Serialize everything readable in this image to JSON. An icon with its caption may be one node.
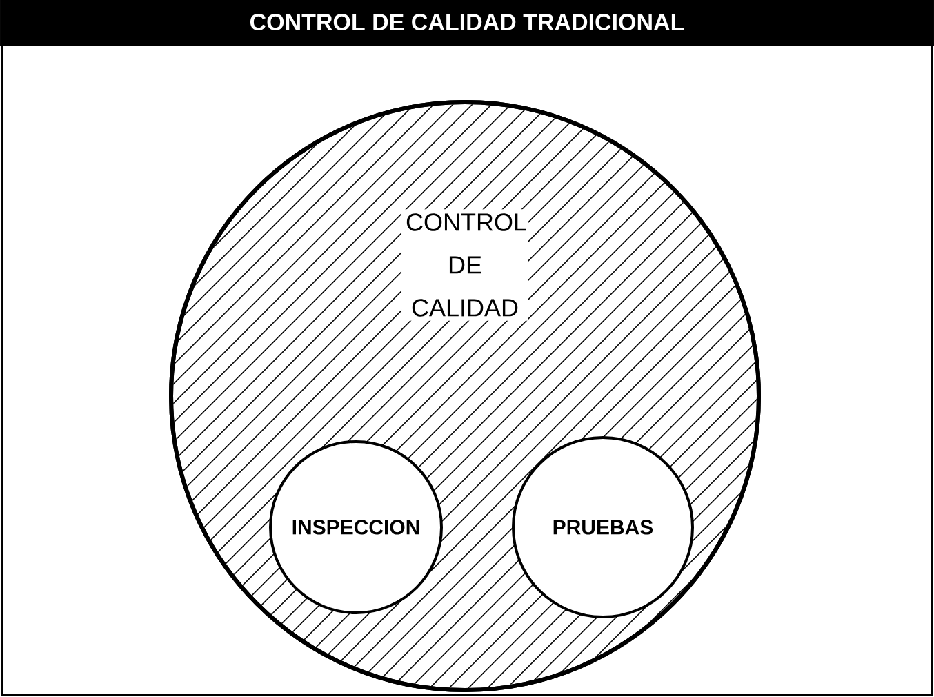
{
  "diagram": {
    "title": "CONTROL DE CALIDAD TRADICIONAL",
    "nodes": [
      {
        "text": [
          "CONTROL DE CALIDAD"
        ]
      },
      {
        "text": [
          "INSPECCION"
        ],
        "in": 0
      },
      {
        "text": [
          "PRUEBAS"
        ],
        "in": 0
      }
    ]
  }
}
